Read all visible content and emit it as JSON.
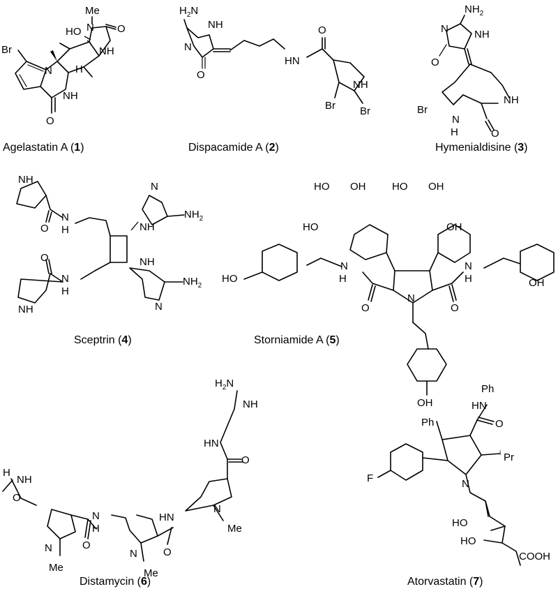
{
  "compounds": [
    {
      "name": "Agelastatin A (",
      "number": "1",
      "close": ")"
    },
    {
      "name": "Dispacamide A (",
      "number": "2",
      "close": ")"
    },
    {
      "name": "Hymenialdisine (",
      "number": "3",
      "close": ")"
    },
    {
      "name": "Sceptrin (",
      "number": "4",
      "close": ")"
    },
    {
      "name": "Storniamide A (",
      "number": "5",
      "close": ")"
    },
    {
      "name": "Distamycin (",
      "number": "6",
      "close": ")"
    },
    {
      "name": "Atorvastatin (",
      "number": "7",
      "close": ")"
    }
  ],
  "atoms": {
    "HO": "HO",
    "OH": "OH",
    "N": "N",
    "NH": "NH",
    "HN": "HN",
    "H": "H",
    "O": "O",
    "Br": "Br",
    "Me": "Me",
    "F": "F",
    "Ph": "Ph",
    "Pr": "Pr",
    "i": "i",
    "NH2": "NH",
    "H2N": "H",
    "two": "2",
    "COOH": "COOH"
  }
}
